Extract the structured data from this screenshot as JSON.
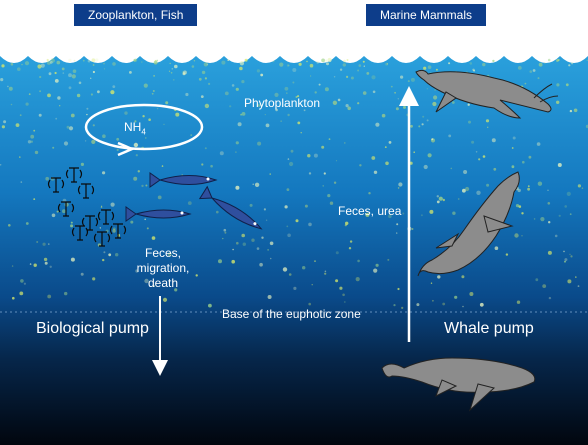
{
  "header": {
    "left_label": "Zooplankton, Fish",
    "right_label": "Marine Mammals"
  },
  "labels": {
    "phytoplankton": "Phytoplankton",
    "nh4_base": "NH",
    "nh4_sub": "4",
    "feces_migration_death": "Feces,\nmigration,\ndeath",
    "feces_urea": "Feces, urea",
    "base_euphotic": "Base of the euphotic zone",
    "biological_pump": "Biological pump",
    "whale_pump": "Whale pump"
  },
  "colors": {
    "ocean_top": "#1f8fd0",
    "ocean_mid": "#0f63a8",
    "ocean_deep": "#020d1c",
    "header_bg": "#0d3d8a",
    "whale": "#8c8c8c",
    "fish": "#2f4f9e"
  }
}
